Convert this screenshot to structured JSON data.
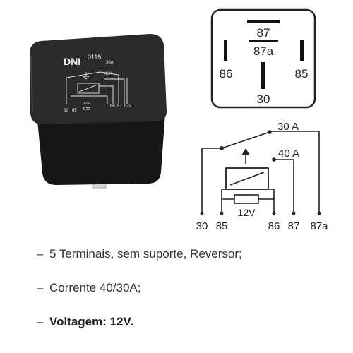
{
  "relay": {
    "brand": "DNI",
    "model": "0115",
    "rating_30": "30A",
    "rating_40": "40A",
    "coil_voltage": "12V",
    "fuse": "F22",
    "pin_labels": [
      "30",
      "85",
      "86",
      "87",
      "87a"
    ]
  },
  "pinout": {
    "terminals": [
      "87",
      "87a",
      "86",
      "85",
      "30"
    ]
  },
  "schematic": {
    "rating_30": "30 A",
    "rating_40": "40 A",
    "coil_voltage": "12V",
    "terminals": [
      "30",
      "85",
      "86",
      "87",
      "87a"
    ]
  },
  "specs": [
    {
      "dash": "–",
      "text": "5 Terminais, sem suporte, Reversor;"
    },
    {
      "dash": "–",
      "text": "Corrente 40/30A;"
    },
    {
      "dash": "–",
      "bold": "Voltagem: 12V."
    }
  ]
}
